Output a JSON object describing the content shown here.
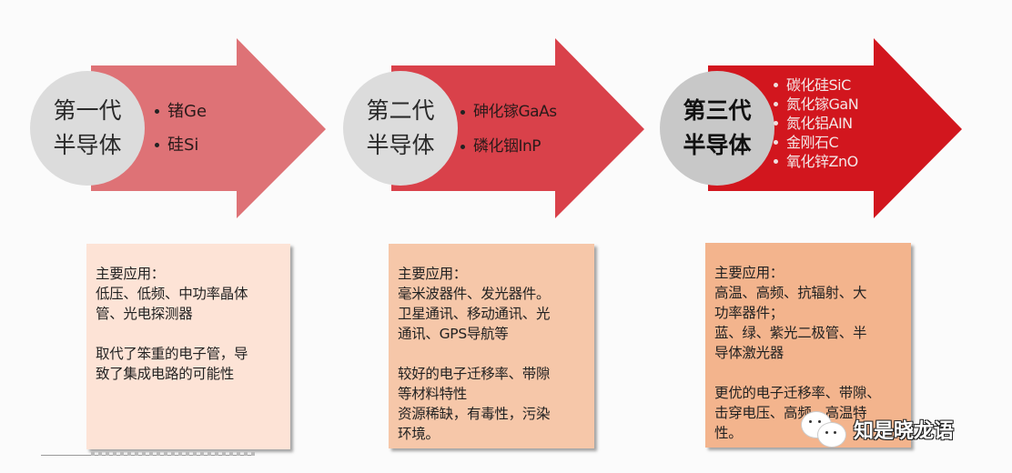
{
  "colors": {
    "background": "#fbfbfb",
    "arrow1": "#de7276",
    "arrow2": "#d9414a",
    "arrow3": "#d2161e",
    "circle": "#dcdcdc",
    "box1": "#fde3d6",
    "box2": "#f6c7a9",
    "box3": "#f3b48d"
  },
  "generations": [
    {
      "title_line1": "第一代",
      "title_line2": "半导体",
      "materials": [
        "锗Ge",
        "硅Si"
      ],
      "box": {
        "heading": "主要应用：",
        "app_lines": [
          "低压、低频、中功率晶体",
          "管、光电探测器"
        ],
        "notes": [
          "取代了笨重的电子管，导",
          "致了集成电路的可能性"
        ]
      }
    },
    {
      "title_line1": "第二代",
      "title_line2": "半导体",
      "materials": [
        "砷化镓GaAs",
        "磷化铟InP"
      ],
      "box": {
        "heading": "主要应用：",
        "app_lines": [
          "毫米波器件、发光器件。",
          "卫星通讯、移动通讯、光",
          "通讯、GPS导航等"
        ],
        "notes": [
          "较好的电子迁移率、带隙",
          "等材料特性",
          "资源稀缺，有毒性，污染",
          "环境。"
        ]
      }
    },
    {
      "title_line1": "第三代",
      "title_line2": "半导体",
      "materials": [
        "碳化硅SiC",
        "氮化镓GaN",
        "氮化铝AIN",
        "金刚石C",
        "氧化锌ZnO"
      ],
      "box": {
        "heading": "主要应用：",
        "app_lines": [
          "高温、高频、抗辐射、大",
          "功率器件；",
          "蓝、绿、紫光二极管、半",
          "导体激光器"
        ],
        "notes": [
          "更优的电子迁移率、带隙、",
          "击穿电压、高频、高温特",
          "性。"
        ]
      }
    }
  ],
  "watermark": {
    "icon": "wechat-icon",
    "text": "知是晓龙语"
  }
}
